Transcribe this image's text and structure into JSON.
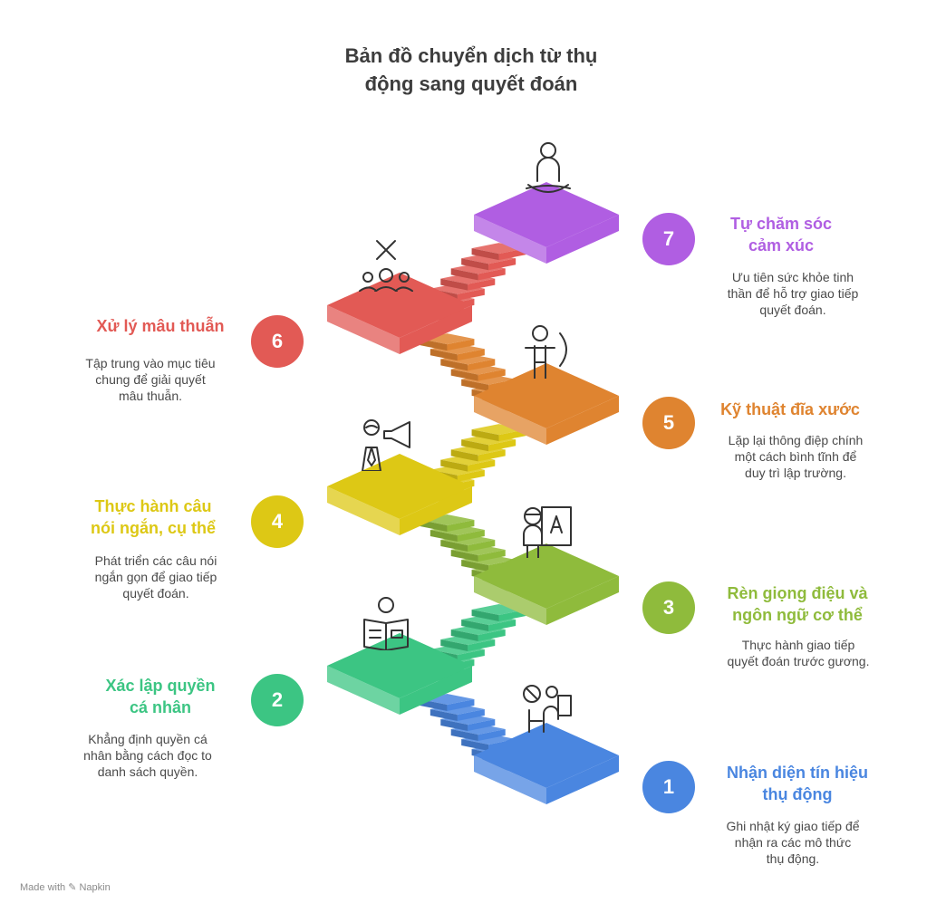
{
  "title_line1": "Bản đồ chuyển dịch từ thụ",
  "title_line2": "động sang quyết đoán",
  "steps": [
    {
      "number": "1",
      "title_line1": "Nhận diện tín hiệu",
      "title_line2": "thụ động",
      "desc_line1": "Ghi nhật ký giao tiếp để",
      "desc_line2": "nhận ra các mô thức",
      "desc_line3": "thụ động.",
      "color": "#4a86e0",
      "icon": "no-speaking-person-icon"
    },
    {
      "number": "2",
      "title_line1": "Xác lập quyền",
      "title_line2": "cá nhân",
      "desc_line1": "Khẳng định quyền cá",
      "desc_line2": "nhân bằng cách đọc to",
      "desc_line3": "danh sách quyền.",
      "color": "#3cc583",
      "icon": "person-reading-icon"
    },
    {
      "number": "3",
      "title_line1": "Rèn giọng điệu và",
      "title_line2": "ngôn ngữ cơ thể",
      "desc_line1": "Thực hành giao tiếp",
      "desc_line2": "quyết đoán trước gương.",
      "desc_line3": "",
      "color": "#8fbb3c",
      "icon": "person-at-board-icon"
    },
    {
      "number": "4",
      "title_line1": "Thực hành câu",
      "title_line2": "nói ngắn, cụ thể",
      "desc_line1": "Phát triển các câu nói",
      "desc_line2": "ngắn gọn để giao tiếp",
      "desc_line3": "quyết đoán.",
      "color": "#ddc815",
      "icon": "person-megaphone-icon"
    },
    {
      "number": "5",
      "title_line1": "Kỹ thuật đĩa xước",
      "title_line2": "",
      "desc_line1": "Lặp lại thông điệp chính",
      "desc_line2": "một cách bình tĩnh để",
      "desc_line3": "duy trì lập trường.",
      "color": "#df8430",
      "icon": "person-speaking-icon"
    },
    {
      "number": "6",
      "title_line1": "Xử lý mâu thuẫn",
      "title_line2": "",
      "desc_line1": "Tập trung vào mục tiêu",
      "desc_line2": "chung để giải quyết",
      "desc_line3": "mâu thuẫn.",
      "color": "#e25a55",
      "icon": "group-conflict-icon"
    },
    {
      "number": "7",
      "title_line1": "Tự chăm sóc",
      "title_line2": "cảm xúc",
      "desc_line1": "Ưu tiên sức khỏe tinh",
      "desc_line2": "thần để hỗ trợ giao tiếp",
      "desc_line3": "quyết đoán.",
      "color": "#b05ee2",
      "icon": "meditation-icon"
    }
  ],
  "footer": {
    "made_with": "Made with",
    "brand": "Napkin"
  }
}
